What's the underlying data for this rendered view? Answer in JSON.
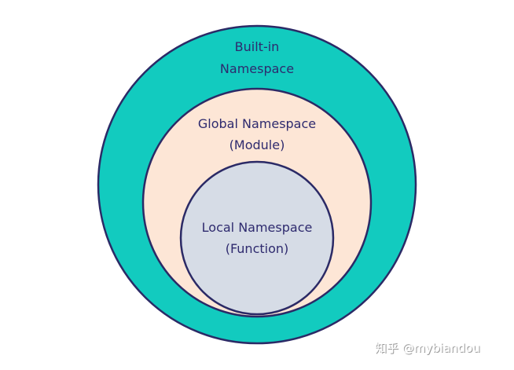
{
  "diagram": {
    "outer": {
      "line1": "Built-in",
      "line2": "Namespace",
      "fill": "#12cbbf"
    },
    "middle": {
      "line1": "Global Namespace",
      "line2": "(Module)",
      "fill": "#fde6d6"
    },
    "inner": {
      "line1": "Local Namespace",
      "line2": "(Function)",
      "fill": "#d6dce6"
    },
    "stroke": "#2b2a66",
    "text_color": "#2e2a6e"
  },
  "watermark": {
    "text": "知乎 @mybiandou"
  }
}
